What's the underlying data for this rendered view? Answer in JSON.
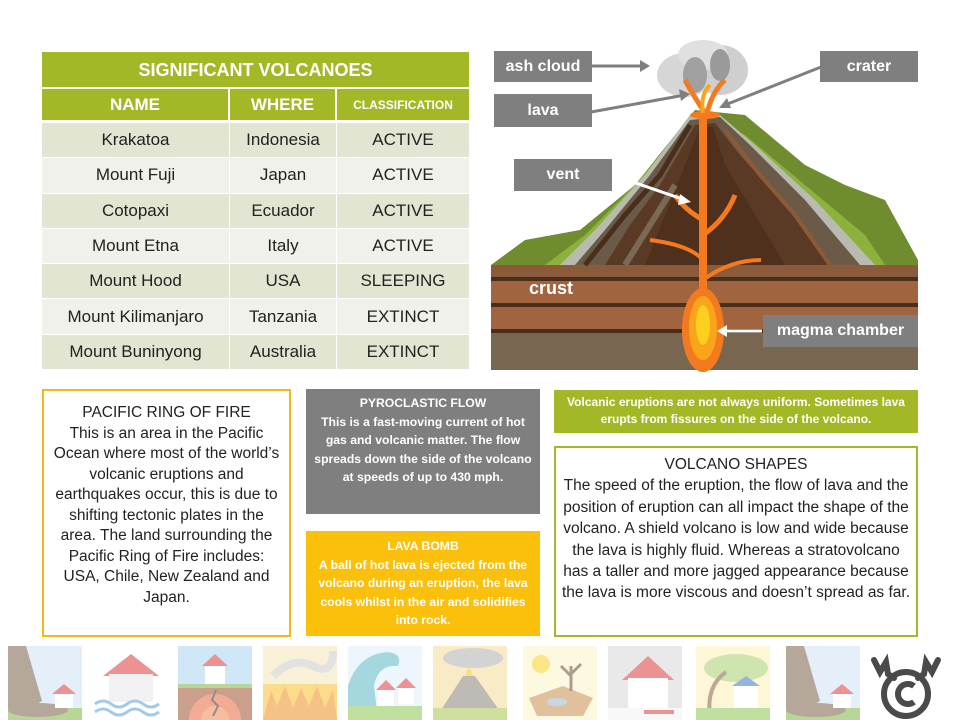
{
  "table": {
    "title": "SIGNIFICANT VOLCANOES",
    "headers": [
      "NAME",
      "WHERE",
      "CLASSIFICATION"
    ],
    "rows": [
      {
        "name": "Krakatoa",
        "where": "Indonesia",
        "classification": "ACTIVE"
      },
      {
        "name": "Mount Fuji",
        "where": "Japan",
        "classification": "ACTIVE"
      },
      {
        "name": "Cotopaxi",
        "where": "Ecuador",
        "classification": "ACTIVE"
      },
      {
        "name": "Mount Etna",
        "where": "Italy",
        "classification": "ACTIVE"
      },
      {
        "name": "Mount Hood",
        "where": "USA",
        "classification": "SLEEPING"
      },
      {
        "name": "Mount Kilimanjaro",
        "where": "Tanzania",
        "classification": "EXTINCT"
      },
      {
        "name": "Mount Buninyong",
        "where": "Australia",
        "classification": "EXTINCT"
      }
    ]
  },
  "diagram": {
    "labels": {
      "ash_cloud": "ash cloud",
      "crater": "crater",
      "lava": "lava",
      "vent": "vent",
      "crust": "crust",
      "magma_chamber": "magma chamber"
    }
  },
  "boxes": {
    "ring_of_fire": {
      "title": "PACIFIC RING OF FIRE",
      "body": "This is an area in the Pacific Ocean where most of the world’s volcanic eruptions and earthquakes occur, this is due to shifting tectonic plates in the area. The land surrounding the Pacific Ring of Fire includes: USA, Chile, New Zealand and Japan."
    },
    "pyroclastic_flow": {
      "title": "PYROCLASTIC FLOW",
      "body": "This is a fast-moving current of hot gas and volcanic matter. The flow spreads down the side of the volcano at speeds of up to 430 mph."
    },
    "lava_bomb": {
      "title": "LAVA BOMB",
      "body": "A ball of hot lava is ejected from the volcano during an eruption, the lava cools whilst in the air and solidifies into rock."
    },
    "fissures": {
      "body": "Volcanic eruptions are not always uniform. Sometimes lava erupts from fissures on the side of the volcano."
    },
    "volcano_shapes": {
      "title": "VOLCANO SHAPES",
      "body": "The speed of the eruption, the flow of lava and the position of eruption can all impact the shape of the volcano. A shield volcano is low and wide because the lava is highly fluid. Whereas a stratovolcano has a taller and more jagged appearance because the lava is more viscous and doesn’t spread as far."
    }
  },
  "icon_strip": [
    "landslide-icon",
    "flood-icon",
    "earthquake-icon",
    "wildfire-icon",
    "tsunami-icon",
    "volcano-icon",
    "drought-icon",
    "blizzard-icon",
    "storm-wind-icon",
    "landslide-icon",
    "moose-copyright-logo"
  ],
  "colors": {
    "green": "#a4b827",
    "yellow": "#fbc00c",
    "grey": "#7f7f7f",
    "row_odd": "#e2e5d1",
    "row_even": "#f0f1ea",
    "lava": "#f47a20"
  }
}
